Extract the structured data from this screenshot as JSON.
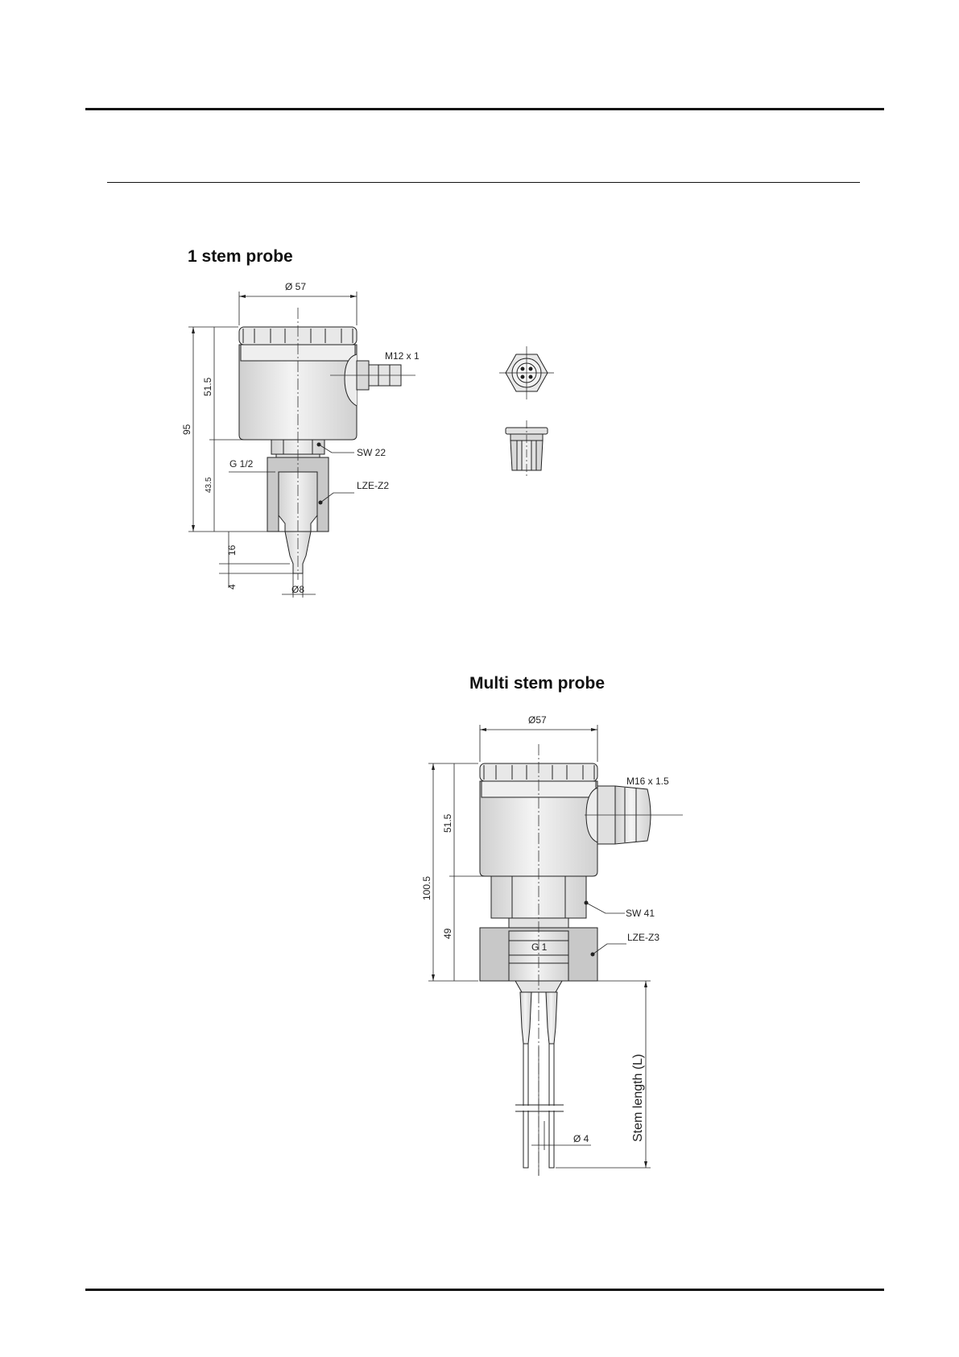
{
  "figures": {
    "single": {
      "title": "1 stem probe",
      "housing_diameter": "Ø 57",
      "connector": "M12 x 1",
      "wrench": "SW 22",
      "thread": "G 1/2",
      "adapter": "LZE-Z2",
      "total_height": "95",
      "housing_height": "51.5",
      "lower_height": "43.5",
      "tip_upper": "16",
      "tip_lower": "4",
      "tip_diameter": "Ø8"
    },
    "multi": {
      "title": "Multi stem probe",
      "housing_diameter": "Ø57",
      "gland": "M16 x 1.5",
      "wrench": "SW 41",
      "adapter": "LZE-Z3",
      "thread": "G 1",
      "total_height": "100.5",
      "housing_height": "51.5",
      "lower_height": "49",
      "stem_length": "Stem length (L)",
      "rod_diameter": "Ø 4"
    }
  },
  "colors": {
    "line": "#222222",
    "shade_light": "#e6e6e6",
    "shade_mid": "#cfcfcf",
    "adapter_fill": "#c8c8c8"
  },
  "icons": [
    "m12-connector-top-icon",
    "m12-connector-side-icon"
  ]
}
